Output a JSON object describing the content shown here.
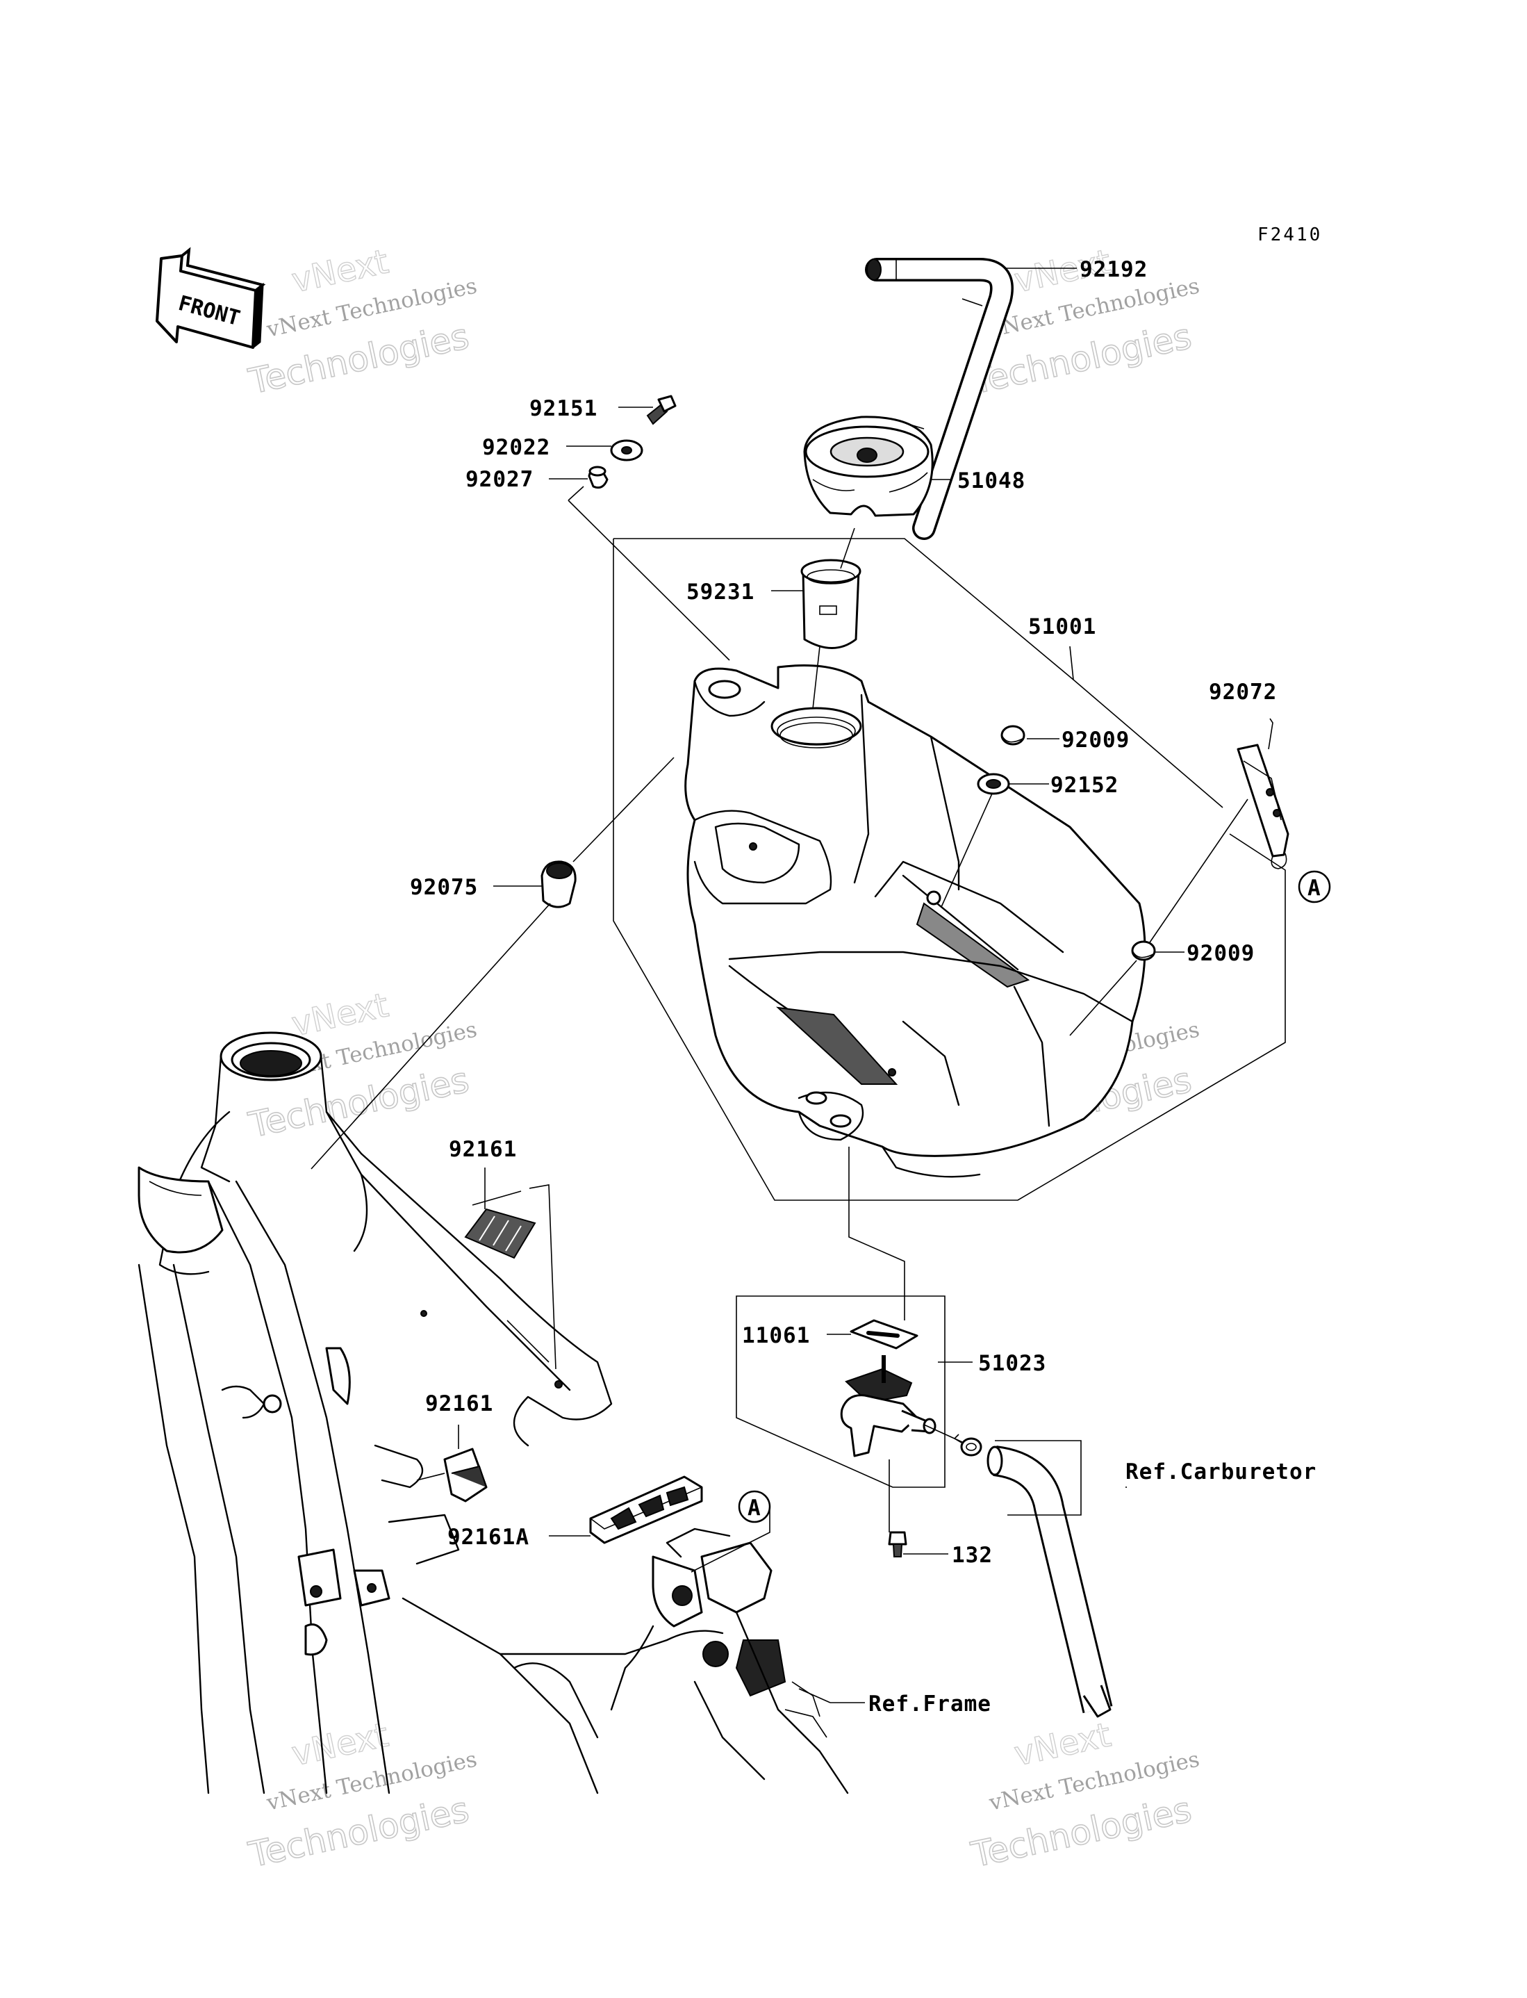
{
  "figure_code": "F2410",
  "front_label": "FRONT",
  "watermark": {
    "line1": "vNext",
    "line2": "vNext Technologies",
    "line3": "Technologies"
  },
  "callouts": {
    "c92192": "92192",
    "c92151": "92151",
    "c92022": "92022",
    "c92027": "92027",
    "c51048": "51048",
    "c59231": "59231",
    "c51001": "51001",
    "c92072": "92072",
    "c92009a": "92009",
    "c92152": "92152",
    "c92075": "92075",
    "c92009b": "92009",
    "c92161a": "92161",
    "c92161b": "92161",
    "c92161A": "92161A",
    "c11061": "11061",
    "c51023": "51023",
    "c132": "132",
    "ref_carburetor": "Ref.Carburetor",
    "ref_frame": "Ref.Frame",
    "marker_a1": "A",
    "marker_a2": "A"
  }
}
